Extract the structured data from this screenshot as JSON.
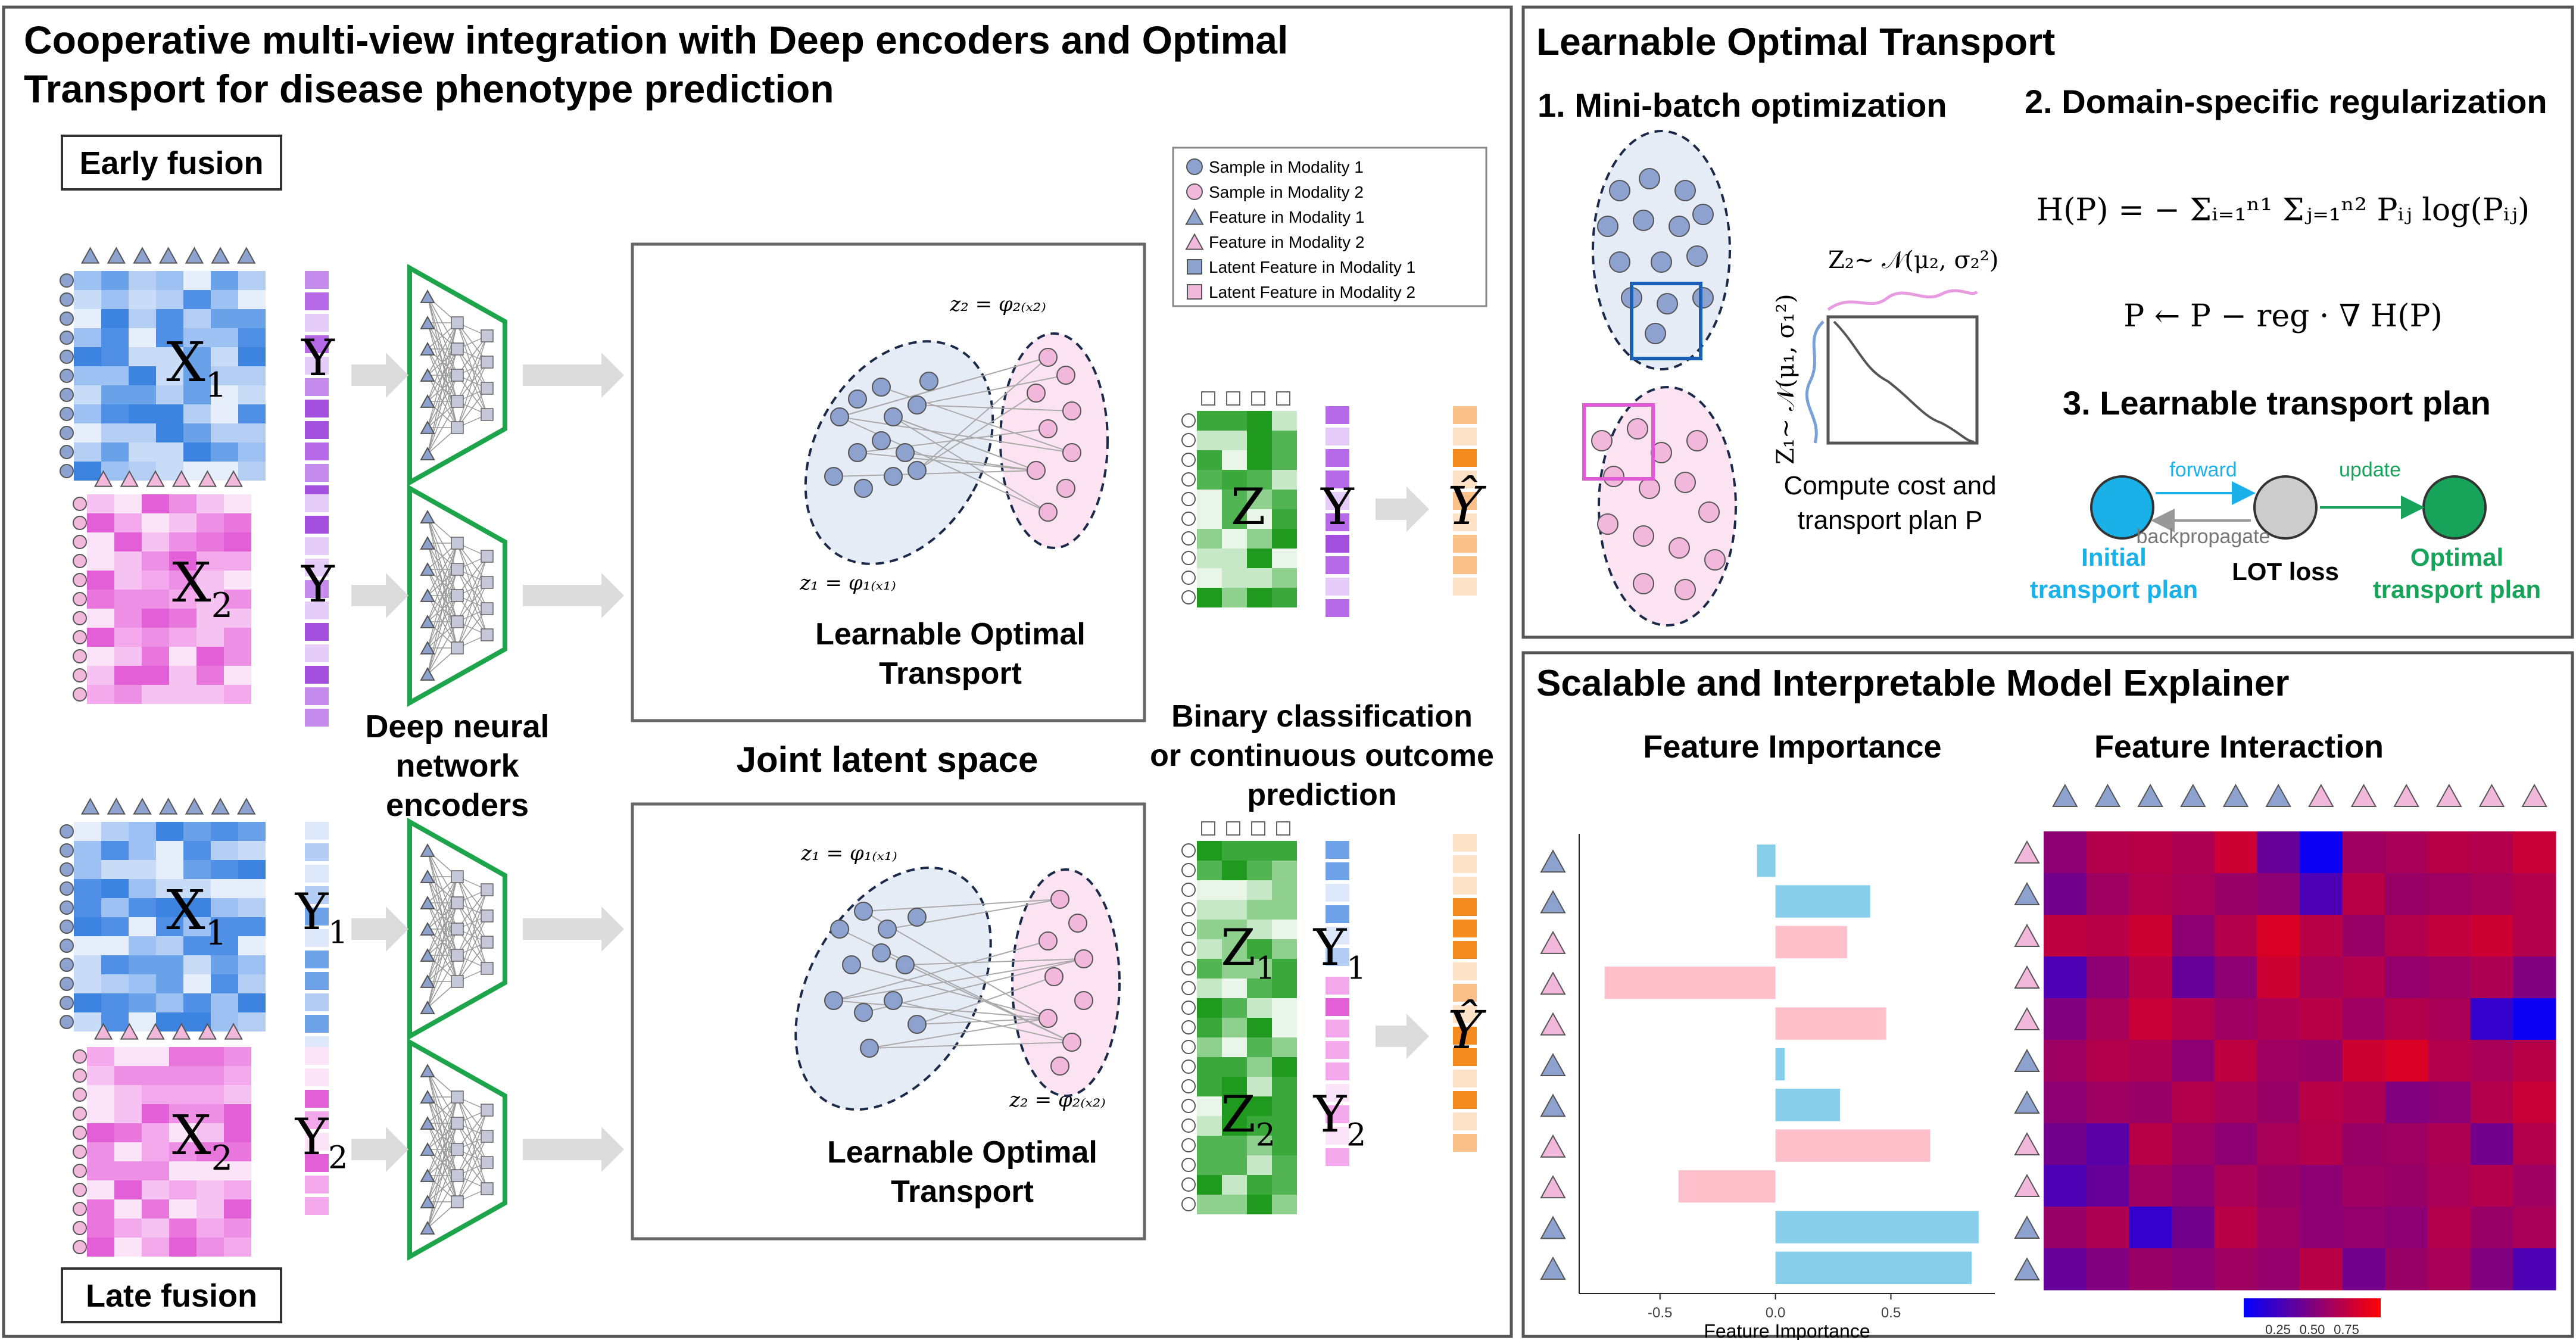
{
  "left_panel": {
    "title_line1": "Cooperative multi-view integration with Deep encoders and Optimal",
    "title_line2": "Transport for disease phenotype prediction",
    "early_fusion": "Early fusion",
    "late_fusion": "Late fusion",
    "encoder_label": [
      "Deep neural",
      "network",
      "encoders"
    ],
    "joint_latent": "Joint latent space",
    "lot_label": [
      "Learnable Optimal",
      "Transport"
    ],
    "outcome_label": [
      "Binary classification",
      "or continuous outcome",
      "prediction"
    ],
    "z1_formula": "z₁ = φ₁₍ₓ₁₎",
    "z2_formula": "z₂ = φ₂₍ₓ₂₎",
    "legend": [
      {
        "label": "Sample in Modality 1",
        "shape": "circle",
        "color": "#8ea2cf"
      },
      {
        "label": "Sample in Modality 2",
        "shape": "circle",
        "color": "#f1b8dc"
      },
      {
        "label": "Feature in Modality 1",
        "shape": "triangle",
        "color": "#8ea2cf"
      },
      {
        "label": "Feature in Modality 2",
        "shape": "triangle",
        "color": "#f1b8dc"
      },
      {
        "label": "Latent Feature in Modality 1",
        "shape": "square",
        "color": "#8ea2cf"
      },
      {
        "label": "Latent Feature in Modality 2",
        "shape": "square",
        "color": "#f1b8dc"
      }
    ],
    "symbols": {
      "x": "X",
      "y": "Y",
      "z": "Z",
      "yhat": "Ŷ",
      "sub1": "1",
      "sub2": "2"
    }
  },
  "lot_panel": {
    "title": "Learnable Optimal Transport",
    "step1": "1. Mini-batch optimization",
    "step2": "2. Domain-specific regularization",
    "step3": "3. Learnable transport plan",
    "entropy_formula": "H(P) = − Σᵢ₌₁ⁿ¹ Σⱼ₌₁ⁿ² Pᵢⱼ log(Pᵢⱼ)",
    "update_formula": "P ← P − reg · ∇ H(P)",
    "z2_dist": "Z₂~ 𝒩(μ₂, σ₂²)",
    "z1_dist": "Z₁~ 𝒩(μ₁, σ₁²)",
    "cost_line1": "Compute cost and",
    "cost_line2": "transport plan P",
    "forward": "forward",
    "backpropagate": "backpropagate",
    "update": "update",
    "initial_line1": "Initial",
    "initial_line2": "transport plan",
    "lot_loss": "LOT loss",
    "optimal_line1": "Optimal",
    "optimal_line2": "transport plan",
    "colors": {
      "initial": "#1ab0e8",
      "optimal": "#18a35a",
      "loss": "#cccccc"
    }
  },
  "explainer_panel": {
    "title": "Scalable and Interpretable Model Explainer",
    "importance_title": "Feature Importance",
    "interaction_title": "Feature Interaction"
  },
  "chart_data": [
    {
      "type": "bar",
      "orientation": "horizontal",
      "xlabel": "Feature Importance",
      "xlim": [
        -0.85,
        0.95
      ],
      "xticks": [
        -0.5,
        0.0,
        0.5
      ],
      "xtick_labels": [
        "-0.5",
        "0.0",
        "0.5"
      ],
      "values": [
        -0.08,
        0.41,
        0.31,
        -0.74,
        0.48,
        0.04,
        0.28,
        0.67,
        -0.42,
        0.88,
        0.85
      ],
      "feature_modality": [
        1,
        1,
        2,
        2,
        2,
        1,
        1,
        2,
        2,
        1,
        1
      ],
      "colors": {
        "1": "#87ceeb",
        "2": "#ffc0cb"
      }
    },
    {
      "type": "heatmap",
      "colorscale": [
        "#0000ff",
        "#ff0000"
      ],
      "colorbar_range": [
        0,
        1
      ],
      "colorbar_ticks": [
        "0.25",
        "0.50",
        "0.75"
      ],
      "row_modality": [
        2,
        1,
        2,
        2,
        2,
        1,
        1,
        2,
        2,
        1,
        1
      ],
      "col_modality": [
        1,
        1,
        1,
        1,
        1,
        1,
        2,
        2,
        2,
        2,
        2,
        2
      ],
      "values": [
        [
          0.55,
          0.7,
          0.72,
          0.68,
          0.8,
          0.4,
          0.05,
          0.62,
          0.66,
          0.72,
          0.7,
          0.78
        ],
        [
          0.45,
          0.62,
          0.7,
          0.66,
          0.6,
          0.55,
          0.3,
          0.72,
          0.6,
          0.62,
          0.65,
          0.7
        ],
        [
          0.75,
          0.72,
          0.8,
          0.55,
          0.7,
          0.85,
          0.72,
          0.6,
          0.7,
          0.76,
          0.8,
          0.7
        ],
        [
          0.3,
          0.55,
          0.72,
          0.4,
          0.55,
          0.8,
          0.65,
          0.7,
          0.58,
          0.62,
          0.68,
          0.5
        ],
        [
          0.5,
          0.65,
          0.78,
          0.7,
          0.62,
          0.68,
          0.72,
          0.62,
          0.7,
          0.66,
          0.2,
          0.05
        ],
        [
          0.62,
          0.7,
          0.68,
          0.55,
          0.75,
          0.62,
          0.6,
          0.8,
          0.85,
          0.7,
          0.66,
          0.72
        ],
        [
          0.55,
          0.62,
          0.6,
          0.7,
          0.65,
          0.6,
          0.72,
          0.68,
          0.5,
          0.55,
          0.7,
          0.78
        ],
        [
          0.45,
          0.35,
          0.72,
          0.62,
          0.55,
          0.66,
          0.7,
          0.6,
          0.62,
          0.68,
          0.45,
          0.7
        ],
        [
          0.3,
          0.4,
          0.62,
          0.55,
          0.66,
          0.6,
          0.55,
          0.62,
          0.6,
          0.66,
          0.7,
          0.62
        ],
        [
          0.6,
          0.68,
          0.2,
          0.45,
          0.72,
          0.62,
          0.55,
          0.58,
          0.55,
          0.7,
          0.6,
          0.66
        ],
        [
          0.4,
          0.5,
          0.6,
          0.55,
          0.62,
          0.58,
          0.72,
          0.45,
          0.6,
          0.66,
          0.5,
          0.3
        ]
      ]
    }
  ]
}
